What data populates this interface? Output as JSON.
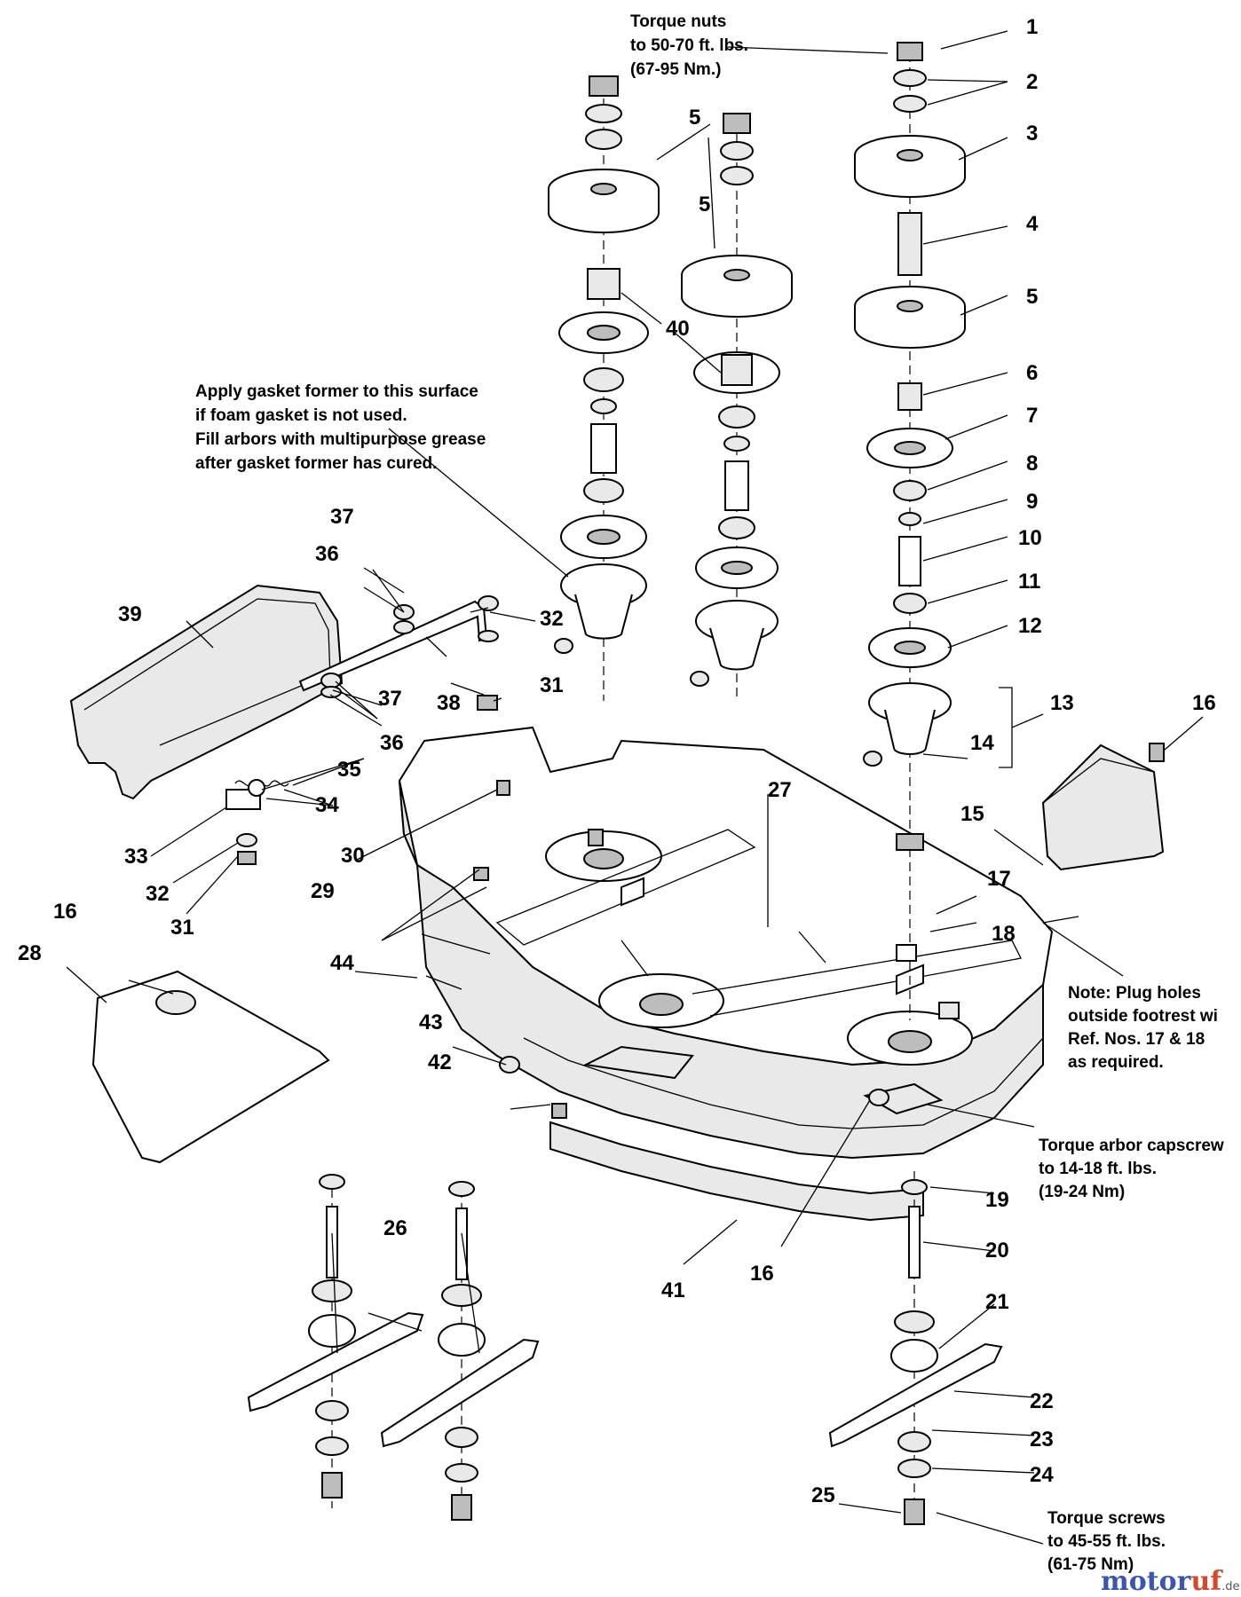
{
  "title": "",
  "callouts": [
    {
      "n": "1"
    },
    {
      "n": "2"
    },
    {
      "n": "3"
    },
    {
      "n": "4"
    },
    {
      "n": "5"
    },
    {
      "n": "5"
    },
    {
      "n": "5"
    },
    {
      "n": "6"
    },
    {
      "n": "7"
    },
    {
      "n": "8"
    },
    {
      "n": "9"
    },
    {
      "n": "10"
    },
    {
      "n": "11"
    },
    {
      "n": "12"
    },
    {
      "n": "13"
    },
    {
      "n": "14"
    },
    {
      "n": "15"
    },
    {
      "n": "16"
    },
    {
      "n": "16"
    },
    {
      "n": "16"
    },
    {
      "n": "17"
    },
    {
      "n": "18"
    },
    {
      "n": "19"
    },
    {
      "n": "20"
    },
    {
      "n": "21"
    },
    {
      "n": "22"
    },
    {
      "n": "23"
    },
    {
      "n": "24"
    },
    {
      "n": "25"
    },
    {
      "n": "26"
    },
    {
      "n": "27"
    },
    {
      "n": "28"
    },
    {
      "n": "29"
    },
    {
      "n": "30"
    },
    {
      "n": "31"
    },
    {
      "n": "31"
    },
    {
      "n": "32"
    },
    {
      "n": "32"
    },
    {
      "n": "33"
    },
    {
      "n": "34"
    },
    {
      "n": "35"
    },
    {
      "n": "36"
    },
    {
      "n": "36"
    },
    {
      "n": "37"
    },
    {
      "n": "37"
    },
    {
      "n": "38"
    },
    {
      "n": "39"
    },
    {
      "n": "40"
    },
    {
      "n": "41"
    },
    {
      "n": "42"
    },
    {
      "n": "43"
    },
    {
      "n": "44"
    }
  ],
  "notes": {
    "torque_nuts": [
      "Torque nuts",
      "to 50-70 ft. lbs.",
      "(67-95 Nm.)"
    ],
    "gasket": [
      "Apply gasket former to this surface",
      "if foam gasket is not used.",
      "Fill arbors with multipurpose grease",
      "after gasket former has cured."
    ],
    "plug_holes": [
      "Note: Plug holes",
      "outside footrest wi",
      "Ref. Nos. 17 & 18",
      "as required."
    ],
    "arbor_capscrew": [
      "Torque arbor capscrew",
      "to 14-18 ft. lbs.",
      "(19-24 Nm)"
    ],
    "torque_screws": [
      "Torque screws",
      "to 45-55 ft. lbs.",
      "(61-75 Nm)"
    ]
  },
  "watermark": {
    "part_a": "motor",
    "part_b": "uf",
    "suffix": ".de"
  }
}
